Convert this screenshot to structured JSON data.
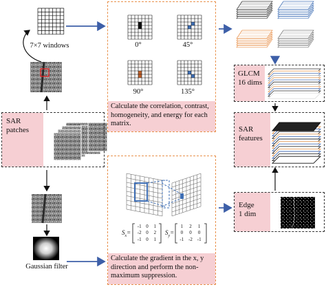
{
  "windows_label": "7×7 windows",
  "sar_patches": {
    "line1": "SAR",
    "line2": "patches"
  },
  "gaussian_label": "Gaussian filter",
  "angles": {
    "a0": "0°",
    "a45": "45°",
    "a90": "90°",
    "a135": "135°"
  },
  "glcm_text": "Calculate the correlation, contrast, homogeneity, and energy for each matrix.",
  "gradient_text": "Calculate the gradient in the x, y direction and perform the non-maximum suppression.",
  "glcm_box": {
    "line1": "GLCM",
    "line2": "16 dims"
  },
  "sar_features": {
    "line1": "SAR",
    "line2": "features"
  },
  "edge_box": {
    "line1": "Edge",
    "line2": "1 dim"
  },
  "sobel": {
    "sx_label": "S",
    "sx_sub": "x",
    "sy_label": "S",
    "sy_sub": "y",
    "eq": "=",
    "sx": [
      [
        "-1",
        "0",
        "1"
      ],
      [
        "-2",
        "0",
        "2"
      ],
      [
        "-1",
        "0",
        "1"
      ]
    ],
    "sy": [
      [
        "1",
        "2",
        "1"
      ],
      [
        "0",
        "0",
        "0"
      ],
      [
        "-1",
        "-2",
        "-1"
      ]
    ]
  },
  "colors": {
    "orange": "#e8904a",
    "pink": "#f6cfd3",
    "blue": "#3f6fb5",
    "arrow": "#3d5fa8",
    "brown": "#c0602a"
  }
}
